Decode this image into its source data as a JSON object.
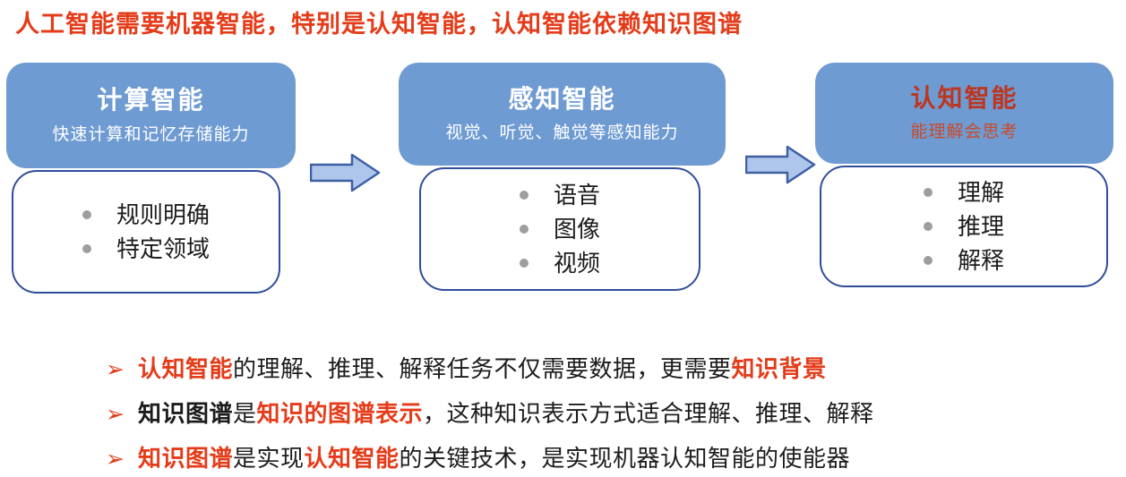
{
  "title": "人工智能需要机器智能，特别是认知智能，认知智能依赖知识图谱",
  "marker": "➢",
  "colors": {
    "title_red": "#e43c1a",
    "header_blue": "#6f9bd3",
    "box_border": "#2e4d9b",
    "arrow_fill": "#aec6eb",
    "arrow_border": "#3f5fa5",
    "cognitive_red": "#bd3620",
    "cognitive_sub_red": "#c94a29",
    "dot_gray": "#9e9e9e",
    "text_black": "#1c1c1c"
  },
  "columns": [
    {
      "title": "计算智能",
      "subtitle": "快速计算和记忆存储能力",
      "items": [
        "规则明确",
        "特定领域"
      ]
    },
    {
      "title": "感知智能",
      "subtitle": "视觉、听觉、触觉等感知能力",
      "items": [
        "语音",
        "图像",
        "视频"
      ]
    },
    {
      "title": "认知智能",
      "subtitle": "能理解会思考",
      "items": [
        "理解",
        "推理",
        "解释"
      ]
    }
  ],
  "bullets": [
    {
      "segments": [
        {
          "text": "认知智能",
          "style": "red-bold"
        },
        {
          "text": "的理解、推理、解释任务不仅需要数据，更需要",
          "style": "black"
        },
        {
          "text": "知识背景",
          "style": "red-bold"
        }
      ]
    },
    {
      "segments": [
        {
          "text": "知识图谱",
          "style": "black-bold"
        },
        {
          "text": "是",
          "style": "black"
        },
        {
          "text": "知识的图谱表示",
          "style": "red-bold"
        },
        {
          "text": "，这种知识表示方式适合理解、推理、解释",
          "style": "black"
        }
      ]
    },
    {
      "segments": [
        {
          "text": "知识图谱",
          "style": "red-bold"
        },
        {
          "text": "是实现",
          "style": "black"
        },
        {
          "text": "认知智能",
          "style": "red-bold"
        },
        {
          "text": "的关键技术，是实现机器认知智能的使能器",
          "style": "black"
        }
      ]
    }
  ]
}
